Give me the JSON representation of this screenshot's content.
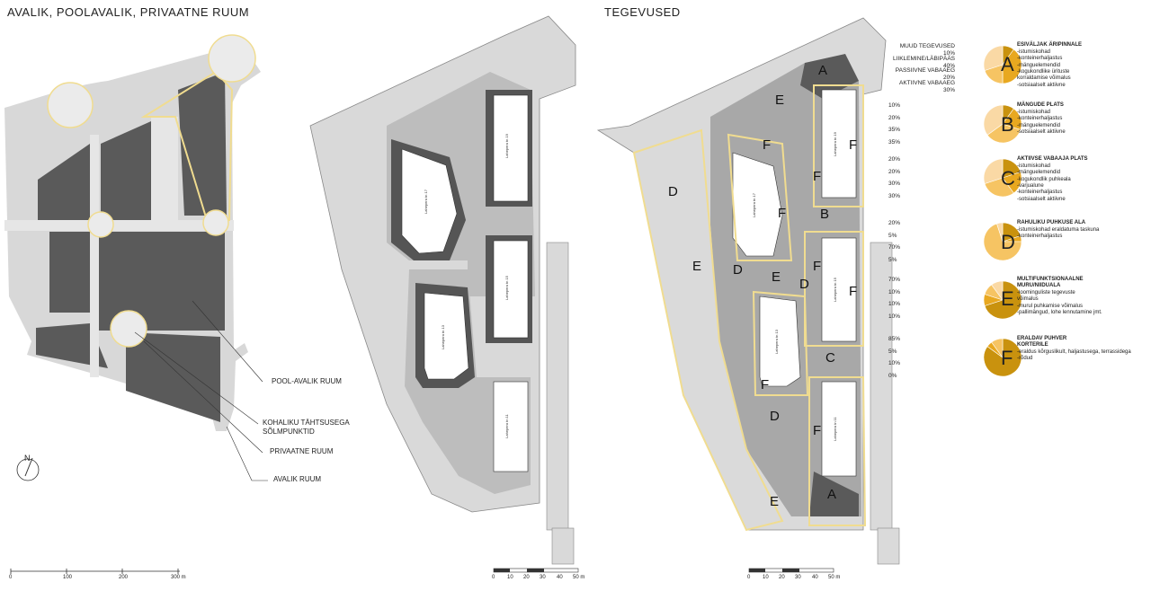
{
  "titles": {
    "left": "AVALIK, POOLAVALIK, PRIVAATNE RUUM",
    "right": "TEGEVUSED"
  },
  "left_labels": {
    "semi_public": "POOL-AVALIK RUUM",
    "local_nodes_line1": "KOHALIKU TÄHTSUSEGA",
    "local_nodes_line2": "SÕLMPUNKTID",
    "private": "PRIVAATNE RUUM",
    "public": "AVALIK RUUM"
  },
  "north_label": "N",
  "scale_left": [
    "0",
    "100",
    "200",
    "300 m"
  ],
  "scale_mid": [
    "0",
    "10",
    "20",
    "30",
    "40",
    "50 m"
  ],
  "scale_right": [
    "0",
    "10",
    "20",
    "30",
    "40",
    "50 m"
  ],
  "buildings": {
    "b1": "Lahepera tn 19",
    "b2": "Lahepera tn 17",
    "b3": "Lahepera tn 15",
    "b4": "Lahepera tn 13",
    "b5": "Lahepera tn 11"
  },
  "zones": [
    "A",
    "B",
    "C",
    "D",
    "E",
    "F"
  ],
  "map_letters": {
    "a1": "A",
    "a2": "A",
    "b": "B",
    "c": "C",
    "d1": "D",
    "d2": "D",
    "d3": "D",
    "d4": "D",
    "e1": "E",
    "e2": "E",
    "e3": "E",
    "e4": "E",
    "f1": "F",
    "f2": "F",
    "f3": "F",
    "f4": "F",
    "f5": "F",
    "f6": "F",
    "f7": "F",
    "f8": "F"
  },
  "legend": [
    {
      "letter": "A",
      "title": "ESIVÄLJAK ÄRIPINNALE",
      "pct_labels": [
        "MUUD TEGEVUSED 10%",
        "LIIKLEMINE/LÄBIPÄÄS 40%",
        "PASSIIVNE VABAAEG 20%",
        "AKTIIVNE VABAAEG 30%"
      ],
      "desc": [
        "-istumiskohad",
        "-konteinerhaljastus",
        "-mänguelemendid",
        "-kogukondlike üritustе",
        "korraldamise võimalus",
        "-sotsiaalselt aktiivne"
      ],
      "values": [
        10,
        40,
        20,
        30
      ]
    },
    {
      "letter": "B",
      "title": "MÄNGUDE PLATS",
      "pct_labels": [
        "10%",
        "20%",
        "35%",
        "35%"
      ],
      "desc": [
        "-istumiskohad",
        "-konteinerhaljastus",
        "-mänguelemendid",
        "-sotsiaalselt aktiivne"
      ],
      "values": [
        10,
        20,
        35,
        35
      ]
    },
    {
      "letter": "C",
      "title": "AKTIIVSE VABAAJA PLATS",
      "pct_labels": [
        "20%",
        "20%",
        "30%",
        "30%"
      ],
      "desc": [
        "-istumiskohad",
        "-mänguelemendid",
        "-kogukondlik puhkeala",
        "-varjualune",
        "-konteinerhaljastus",
        "-sotsiaalselt aktiivne"
      ],
      "values": [
        20,
        20,
        30,
        30
      ]
    },
    {
      "letter": "D",
      "title": "RAHULIKU PUHKUSE ALA",
      "pct_labels": [
        "20%",
        "5%",
        "70%",
        "5%"
      ],
      "desc": [
        "-istumiskohad eraldatuma taskuna",
        "-konteinerhaljastus"
      ],
      "values": [
        20,
        5,
        70,
        5
      ]
    },
    {
      "letter": "E",
      "title": "MULTIFUNKTSIONAALNE",
      "title2": "MURU/NIIDUALA",
      "pct_labels": [
        "70%",
        "10%",
        "10%",
        "10%"
      ],
      "desc": [
        "-loominguliste tegevuste",
        "võimalus",
        "-murul puhkamise võimalus",
        "-pallimängud, lohe lennutamine jmt."
      ],
      "values": [
        70,
        10,
        10,
        10
      ]
    },
    {
      "letter": "F",
      "title": "ERALDAV PUHVER",
      "title2": "KORTERILE",
      "pct_labels": [
        "85%",
        "5%",
        "10%",
        "0%"
      ],
      "desc": [
        "-eraldus kõrguslikult, haljastusega, terrassidega",
        "-rõdud"
      ],
      "values": [
        85,
        5,
        10,
        0
      ]
    }
  ],
  "colors": {
    "dark": "#585858",
    "mid": "#a3a3a3",
    "light": "#dadada",
    "yellow": "#f0dc90",
    "pie_dark": "#c9920e",
    "pie_mid": "#e8a820",
    "pie_light": "#f6c463",
    "pie_pale": "#fad9a5"
  }
}
